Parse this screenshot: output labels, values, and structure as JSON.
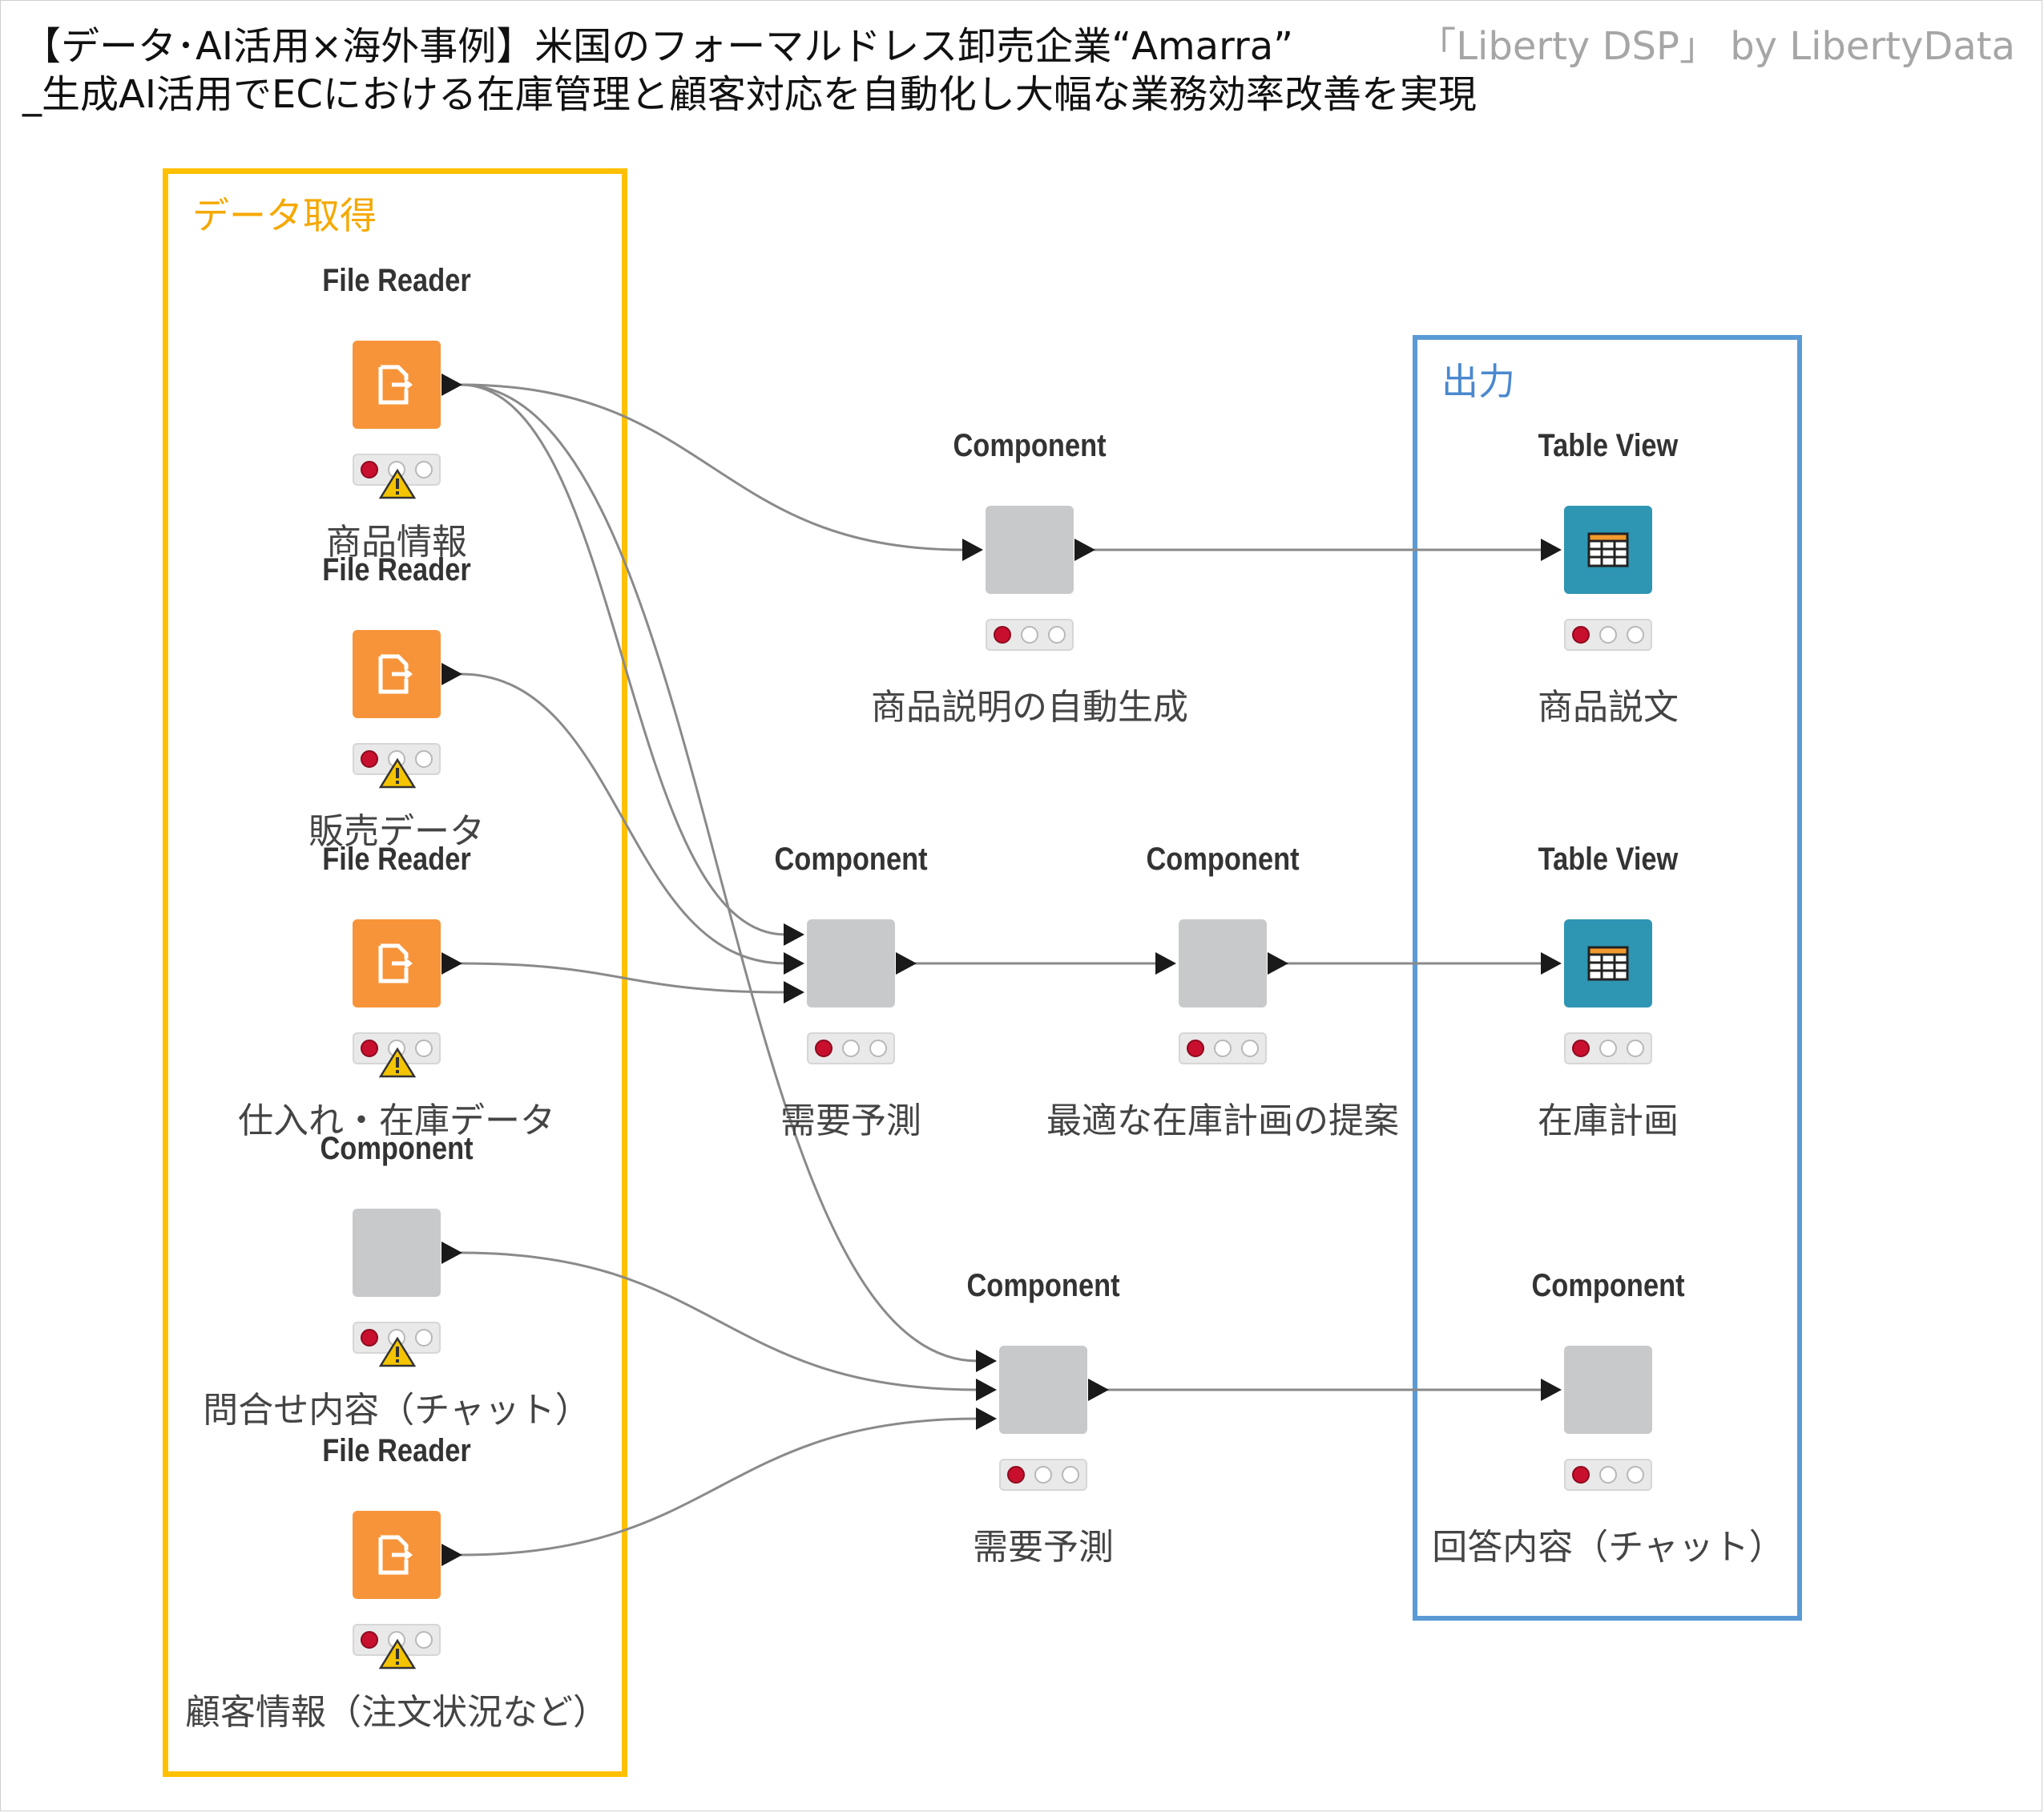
{
  "title": {
    "line1": "【データ･AI活用×海外事例】米国のフォーマルドレス卸売企業“Amarra”",
    "line2": "_生成AI活用でECにおける在庫管理と顧客対応を自動化し大幅な業務効率改善を実現"
  },
  "brand": "「Liberty DSP」 by LibertyData",
  "groups": {
    "input": {
      "label": "データ取得",
      "color": "#FFC000"
    },
    "output": {
      "label": "出力",
      "color": "#5B9BD5"
    }
  },
  "nodes": {
    "fr_product": {
      "type": "File Reader",
      "label": "商品情報",
      "kind": "file-reader"
    },
    "fr_sales": {
      "type": "File Reader",
      "label": "販売データ",
      "kind": "file-reader"
    },
    "fr_stock": {
      "type": "File Reader",
      "label": "仕入れ・在庫データ",
      "kind": "file-reader"
    },
    "comp_inquiry": {
      "type": "Component",
      "label": "問合せ内容（チャット）",
      "kind": "component"
    },
    "fr_customer": {
      "type": "File Reader",
      "label": "顧客情報（注文状況など）",
      "kind": "file-reader"
    },
    "comp_desc": {
      "type": "Component",
      "label": "商品説明の自動生成",
      "kind": "component"
    },
    "comp_forecast": {
      "type": "Component",
      "label": "需要予測",
      "kind": "component"
    },
    "comp_plan": {
      "type": "Component",
      "label": "最適な在庫計画の提案",
      "kind": "component"
    },
    "comp_forecast2": {
      "type": "Component",
      "label": "需要予測",
      "kind": "component"
    },
    "tv_desc": {
      "type": "Table View",
      "label": "商品説文",
      "kind": "table-view"
    },
    "tv_plan": {
      "type": "Table View",
      "label": "在庫計画",
      "kind": "table-view"
    },
    "comp_answer": {
      "type": "Component",
      "label": "回答内容（チャット）",
      "kind": "component"
    }
  },
  "connections": [
    [
      "fr_product",
      "comp_desc"
    ],
    [
      "fr_product",
      "comp_forecast"
    ],
    [
      "fr_sales",
      "comp_forecast"
    ],
    [
      "fr_stock",
      "comp_forecast"
    ],
    [
      "fr_product",
      "comp_forecast2"
    ],
    [
      "comp_inquiry",
      "comp_forecast2"
    ],
    [
      "fr_customer",
      "comp_forecast2"
    ],
    [
      "comp_desc",
      "tv_desc"
    ],
    [
      "comp_forecast",
      "comp_plan"
    ],
    [
      "comp_plan",
      "tv_plan"
    ],
    [
      "comp_forecast2",
      "comp_answer"
    ]
  ],
  "icons": {
    "file-reader": "file-import-icon",
    "table-view": "table-grid-icon",
    "warning": "warning-triangle-icon"
  },
  "colors": {
    "file_reader": "#F7943A",
    "component": "#C8C9CB",
    "table_view": "#2E95B3",
    "status_red": "#C8102E",
    "warning": "#F5C400"
  }
}
